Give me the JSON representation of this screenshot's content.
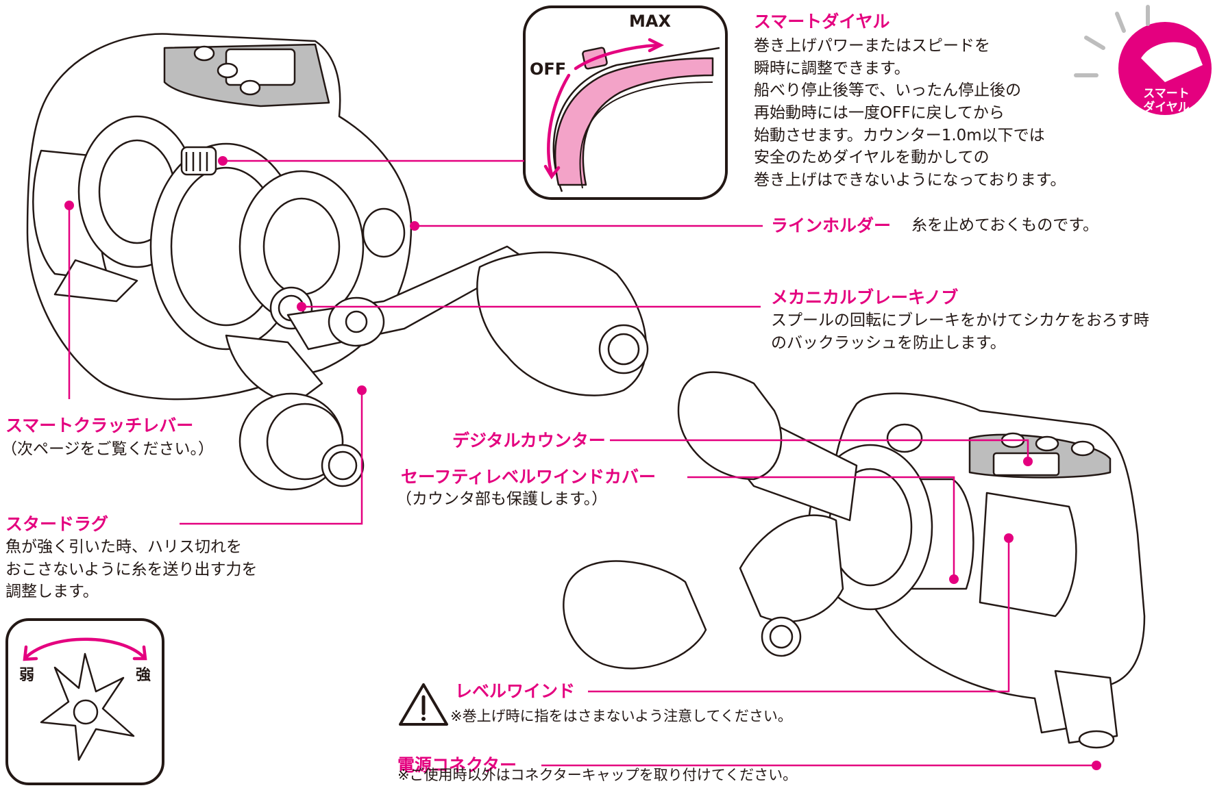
{
  "colors": {
    "accent": "#e4007f",
    "pink_light": "#f3a3c8",
    "gray": "#bdbdbd",
    "ink": "#231815"
  },
  "inset_dial": {
    "off": "OFF",
    "max": "MAX"
  },
  "badge": {
    "line1": "スマート",
    "line2": "ダイヤル"
  },
  "drag_diagram": {
    "weak": "弱",
    "strong": "強"
  },
  "labels": {
    "smart_dial": {
      "title": "スマートダイヤル",
      "lines": [
        "巻き上げパワーまたはスピードを",
        "瞬時に調整できます。",
        "船べり停止後等で、いったん停止後の",
        "再始動時には一度OFFに戻してから",
        "始動させます。カウンター1.0m以下では",
        "安全のためダイヤルを動かしての",
        "巻き上げはできないようになっております。"
      ]
    },
    "line_holder": {
      "title": "ラインホルダー",
      "desc": "糸を止めておくものです。"
    },
    "mech_brake": {
      "title": "メカニカルブレーキノブ",
      "lines": [
        "スプールの回転にブレーキをかけてシカケをおろす時",
        "のバックラッシュを防止します。"
      ]
    },
    "clutch": {
      "title": "スマートクラッチレバー",
      "desc": "（次ページをご覧ください。）"
    },
    "digital_counter": {
      "title": "デジタルカウンター"
    },
    "safety_cover": {
      "title": "セーフティレベルワインドカバー",
      "desc": "（カウンタ部も保護します。）"
    },
    "star_drag": {
      "title": "スタードラグ",
      "lines": [
        "魚が強く引いた時、ハリス切れを",
        "おこさないように糸を送り出す力を",
        "調整します。"
      ]
    },
    "level_wind": {
      "title": "レベルワインド",
      "note": "※巻上げ時に指をはさまないよう注意してください。"
    },
    "connector": {
      "title": "電源コネクター",
      "note": "※ご使用時以外はコネクターキャップを取り付けてください。"
    }
  }
}
